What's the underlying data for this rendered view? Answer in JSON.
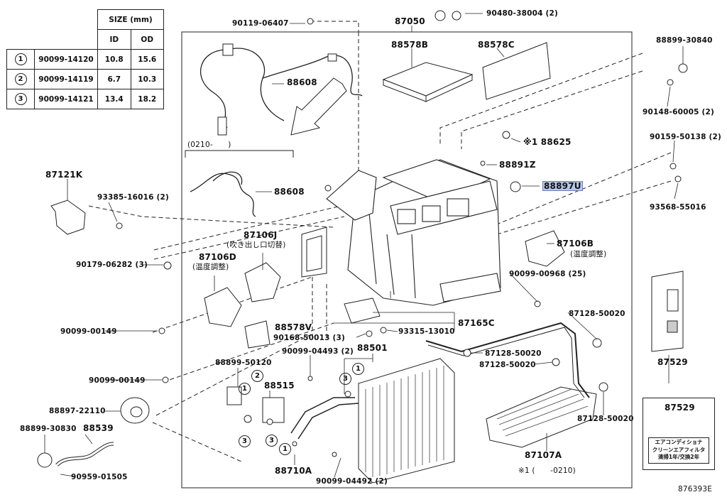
{
  "size_table": {
    "header": "SIZE (mm)",
    "col_id": "ID",
    "col_od": "OD",
    "rows": [
      {
        "mark": "1",
        "part": "90099-14120",
        "id": "10.8",
        "od": "15.6"
      },
      {
        "mark": "2",
        "part": "90099-14119",
        "id": "6.7",
        "od": "10.3"
      },
      {
        "mark": "3",
        "part": "90099-14121",
        "id": "13.4",
        "od": "18.2"
      }
    ]
  },
  "labels": {
    "p90119_06407": "90119-06407",
    "p87050": "87050",
    "p90480_38004": "90480-38004 (2)",
    "p88578B": "88578B",
    "p88578C": "88578C",
    "p88899_30840": "88899-30840",
    "p88608_a": "88608",
    "p90148_60005": "90148-60005 (2)",
    "p88625": "※1 88625",
    "p90159_50138": "90159-50138 (2)",
    "p0210": "(0210-　　)",
    "p88891Z": "88891Z",
    "p88897U": "88897U",
    "p87121K": "87121K",
    "p88608_b": "88608",
    "p93385_16016": "93385-16016 (2)",
    "p93568_55016": "93568-55016",
    "p87106J": "87106J",
    "p87106J_sub": "(吹き出し口切替)",
    "p87106B": "87106B",
    "p87106B_sub": "(温度調整)",
    "p90179_06282": "90179-06282 (3)",
    "p87106D": "87106D",
    "p87106D_sub": "(温度調整)",
    "p90099_00968": "90099-00968 (25)",
    "p88578V": "88578V",
    "p87165C": "87165C",
    "p90099_00149_a": "90099-00149",
    "p90168_50013": "90168-50013 (3)",
    "p93315_13010": "93315-13010",
    "p87128_50020_a": "87128-50020",
    "p88501": "88501",
    "p90099_04493": "90099-04493 (2)",
    "p87128_50020_b": "87128-50020",
    "p87128_50020_c": "87128-50020",
    "p88899_50120": "88899-50120",
    "p87529_a": "87529",
    "p90099_00149_b": "90099-00149",
    "p88515": "88515",
    "p87529_b": "87529",
    "p88897_22110": "88897-22110",
    "p87128_50020_d": "87128-50020",
    "p88899_30830": "88899-30830",
    "p88539": "88539",
    "p87107A": "87107A",
    "p88710A": "88710A",
    "p0210_note": "※1 (　　-0210)",
    "p90959_01505": "90959-01505",
    "p90099_04492": "90099-04492 (2)",
    "diagram_id": "876393E"
  },
  "filter_label_lines": [
    "エアコンディショナ",
    "クリーンエアフィルタ",
    "清掃1年/交換2年"
  ],
  "callouts": {
    "c1": "1",
    "c2": "2",
    "c3": "3"
  },
  "highlight_color": "#b9c6ec"
}
